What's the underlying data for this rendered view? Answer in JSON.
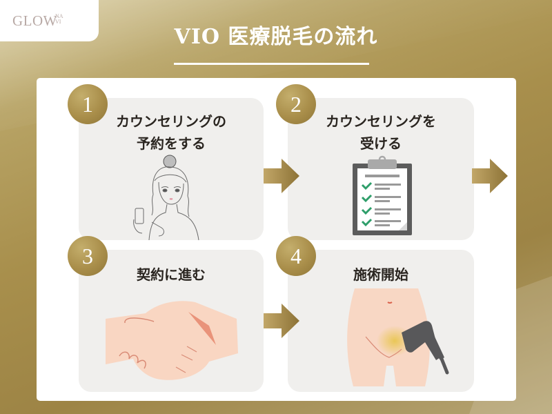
{
  "brand": {
    "logo_main": "GLOW",
    "logo_sup_top": "NA",
    "logo_sup_bottom": "VI"
  },
  "header": {
    "title": "VIO 医療脱毛の流れ"
  },
  "colors": {
    "gold": "#a98e4a",
    "card_bg": "#f0efed",
    "text_dark": "#2a2520",
    "check_green": "#2e9e6a",
    "skin": "#f8d7c4",
    "device_gray": "#58585a"
  },
  "steps": [
    {
      "number": "1",
      "label_line1": "カウンセリングの",
      "label_line2": "予約をする",
      "illustration": "woman-with-phone-illustration"
    },
    {
      "number": "2",
      "label_line1": "カウンセリングを",
      "label_line2": "受ける",
      "illustration": "clipboard-checklist-illustration"
    },
    {
      "number": "3",
      "label_line1": "契約に進む",
      "label_line2": "",
      "illustration": "handshake-illustration"
    },
    {
      "number": "4",
      "label_line1": "施術開始",
      "label_line2": "",
      "illustration": "laser-treatment-illustration"
    }
  ],
  "arrows": [
    "arrow-right-icon",
    "arrow-right-icon",
    "arrow-right-icon"
  ]
}
